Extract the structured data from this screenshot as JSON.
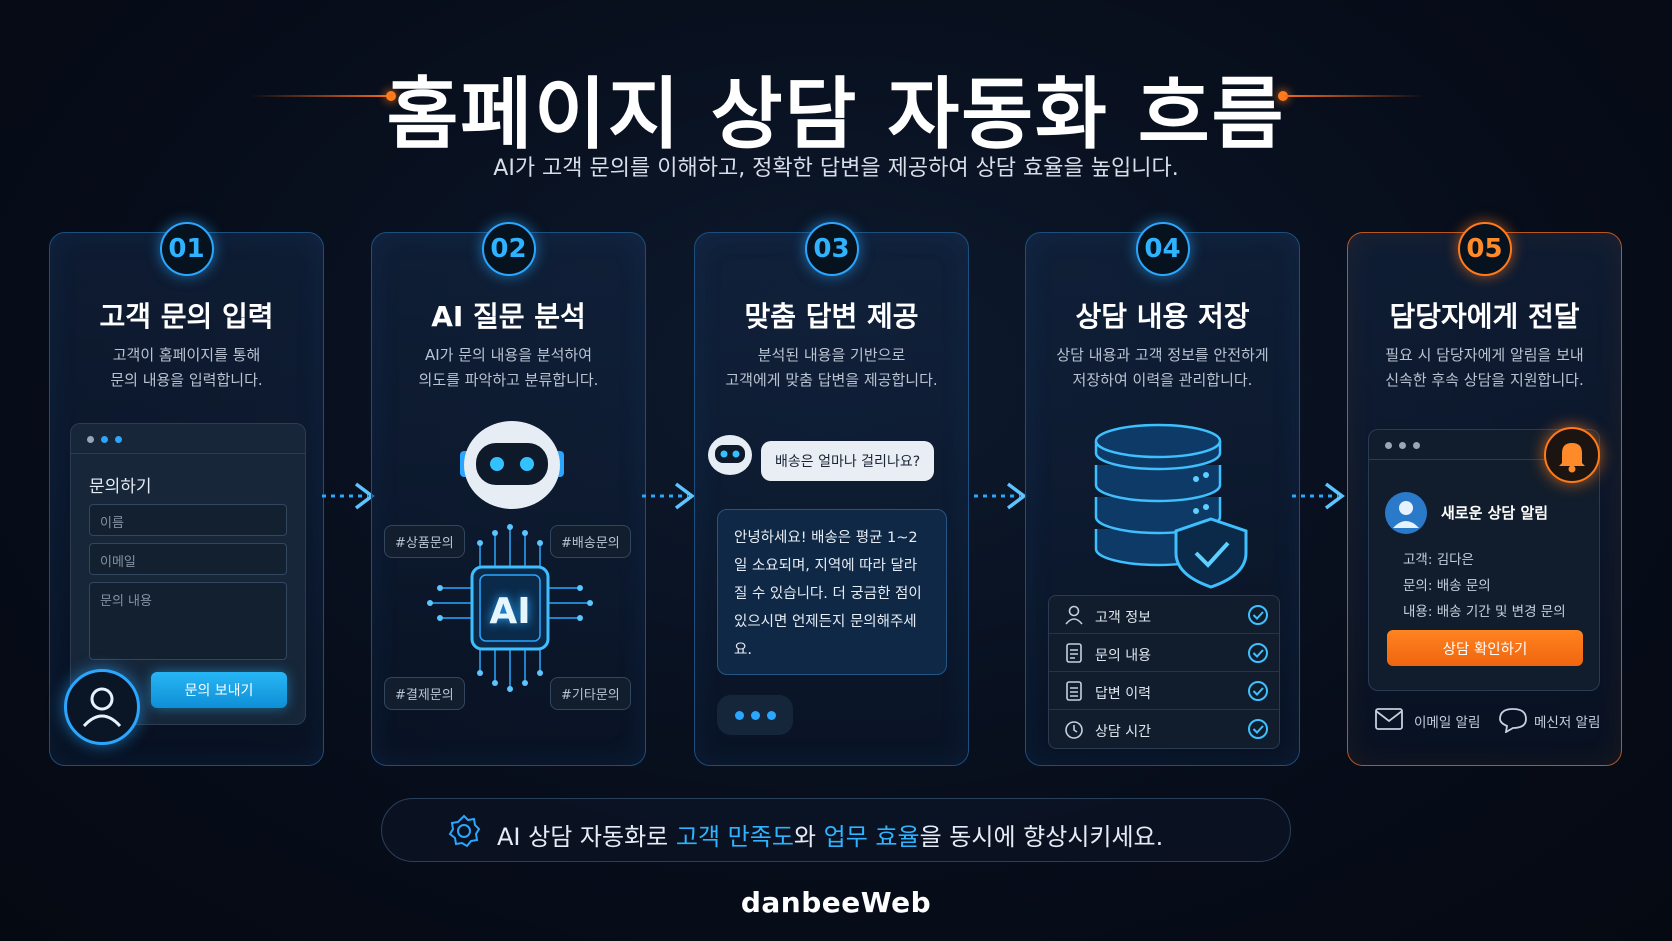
{
  "header": {
    "title": "홈페이지 상담 자동화 흐름",
    "subtitle": "AI가 고객 문의를 이해하고, 정확한 답변을 제공하여 상담 효율을 높입니다."
  },
  "steps": [
    {
      "num": "01",
      "title": "고객 문의 입력",
      "desc": "고객이 홈페이지를 통해\n문의 내용을 입력합니다.",
      "form": {
        "title": "문의하기",
        "name_placeholder": "이름",
        "email_placeholder": "이메일",
        "content_placeholder": "문의 내용",
        "send_label": "문의 보내기"
      }
    },
    {
      "num": "02",
      "title": "AI 질문 분석",
      "desc": "AI가 문의 내용을 분석하여\n의도를 파악하고 분류합니다.",
      "chip_label": "AI",
      "tags": [
        "#상품문의",
        "#배송문의",
        "#결제문의",
        "#기타문의"
      ]
    },
    {
      "num": "03",
      "title": "맞춤 답변 제공",
      "desc": "분석된 내용을 기반으로\n고객에게 맞춤 답변을 제공합니다.",
      "question": "배송은 얼마나 걸리나요?",
      "answer": "안녕하세요! 배송은 평균 1~2일 소요되며, 지역에 따라 달라질 수 있습니다. 더 궁금한 점이 있으시면 언제든지 문의해주세요."
    },
    {
      "num": "04",
      "title": "상담 내용 저장",
      "desc": "상담 내용과 고객 정보를 안전하게\n저장하여 이력을 관리합니다.",
      "items": [
        "고객 정보",
        "문의 내용",
        "답변 이력",
        "상담 시간"
      ]
    },
    {
      "num": "05",
      "title": "담당자에게 전달",
      "desc": "필요 시 담당자에게 알림을 보내\n신속한 후속 상담을 지원합니다.",
      "notification": {
        "title": "새로운 상담 알림",
        "customer_label": "고객:",
        "customer": "김다은",
        "inquiry_label": "문의:",
        "inquiry": "배송 문의",
        "content_label": "내용:",
        "content": "배송 기간 및 변경 문의",
        "button": "상담 확인하기"
      },
      "channels": [
        "이메일 알림",
        "메신저 알림"
      ]
    }
  ],
  "banner": {
    "part1": "AI 상담 자동화로 ",
    "highlight1": "고객 만족도",
    "part2": "와 ",
    "highlight2": "업무 효율",
    "part3": "을 동시에 향상시키세요."
  },
  "brand": "danbeeWeb",
  "colors": {
    "accent_blue": "#2aa6ff",
    "accent_orange": "#ff7a1a",
    "background": "#070d1a"
  }
}
